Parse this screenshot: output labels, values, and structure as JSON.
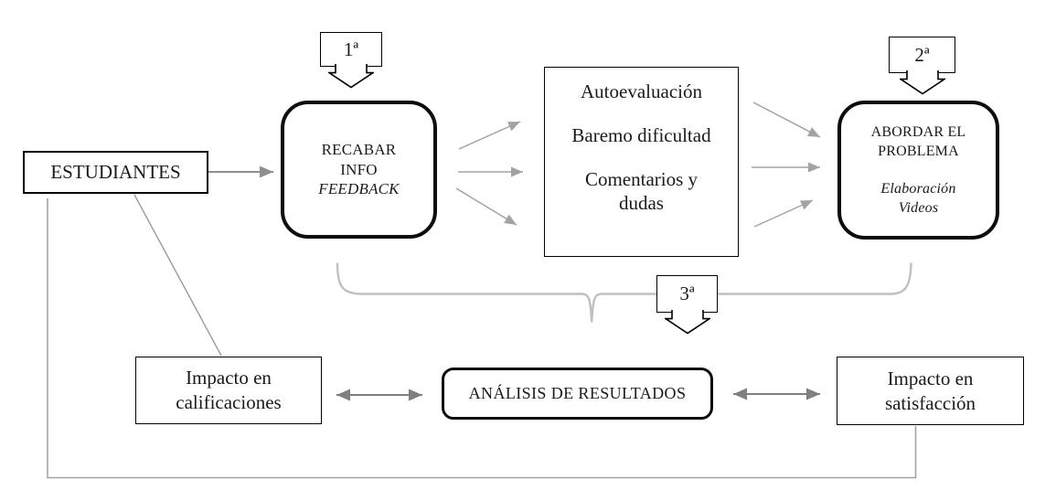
{
  "nodes": {
    "estudiantes": {
      "label": "ESTUDIANTES"
    },
    "recabar": {
      "title": "RECABAR\nINFO",
      "subtitle": "FEEDBACK"
    },
    "feedback_items": {
      "item1": "Autoevaluación",
      "item2": "Baremo dificultad",
      "item3": "Comentarios y\ndudas"
    },
    "abordar": {
      "title": "ABORDAR EL\nPROBLEMA",
      "subtitle": "Elaboración\nVideos"
    },
    "analisis": {
      "label": "ANÁLISIS DE RESULTADOS"
    },
    "impacto_calificaciones": {
      "label": "Impacto en\ncalificaciones"
    },
    "impacto_satisfaccion": {
      "label": "Impacto en\nsatisfacción"
    }
  },
  "phases": {
    "first": "1ª",
    "second": "2ª",
    "third": "3ª"
  },
  "colors": {
    "background": "#ffffff",
    "box_border": "#000000",
    "straight_arrow_gray": "#8f8f8f",
    "fan_arrow_gray": "#a3a3a3",
    "double_arrow_gray": "#7f7f7f",
    "brace_gray": "#c0c0c0",
    "connector_gray": "#a3a3a3"
  }
}
